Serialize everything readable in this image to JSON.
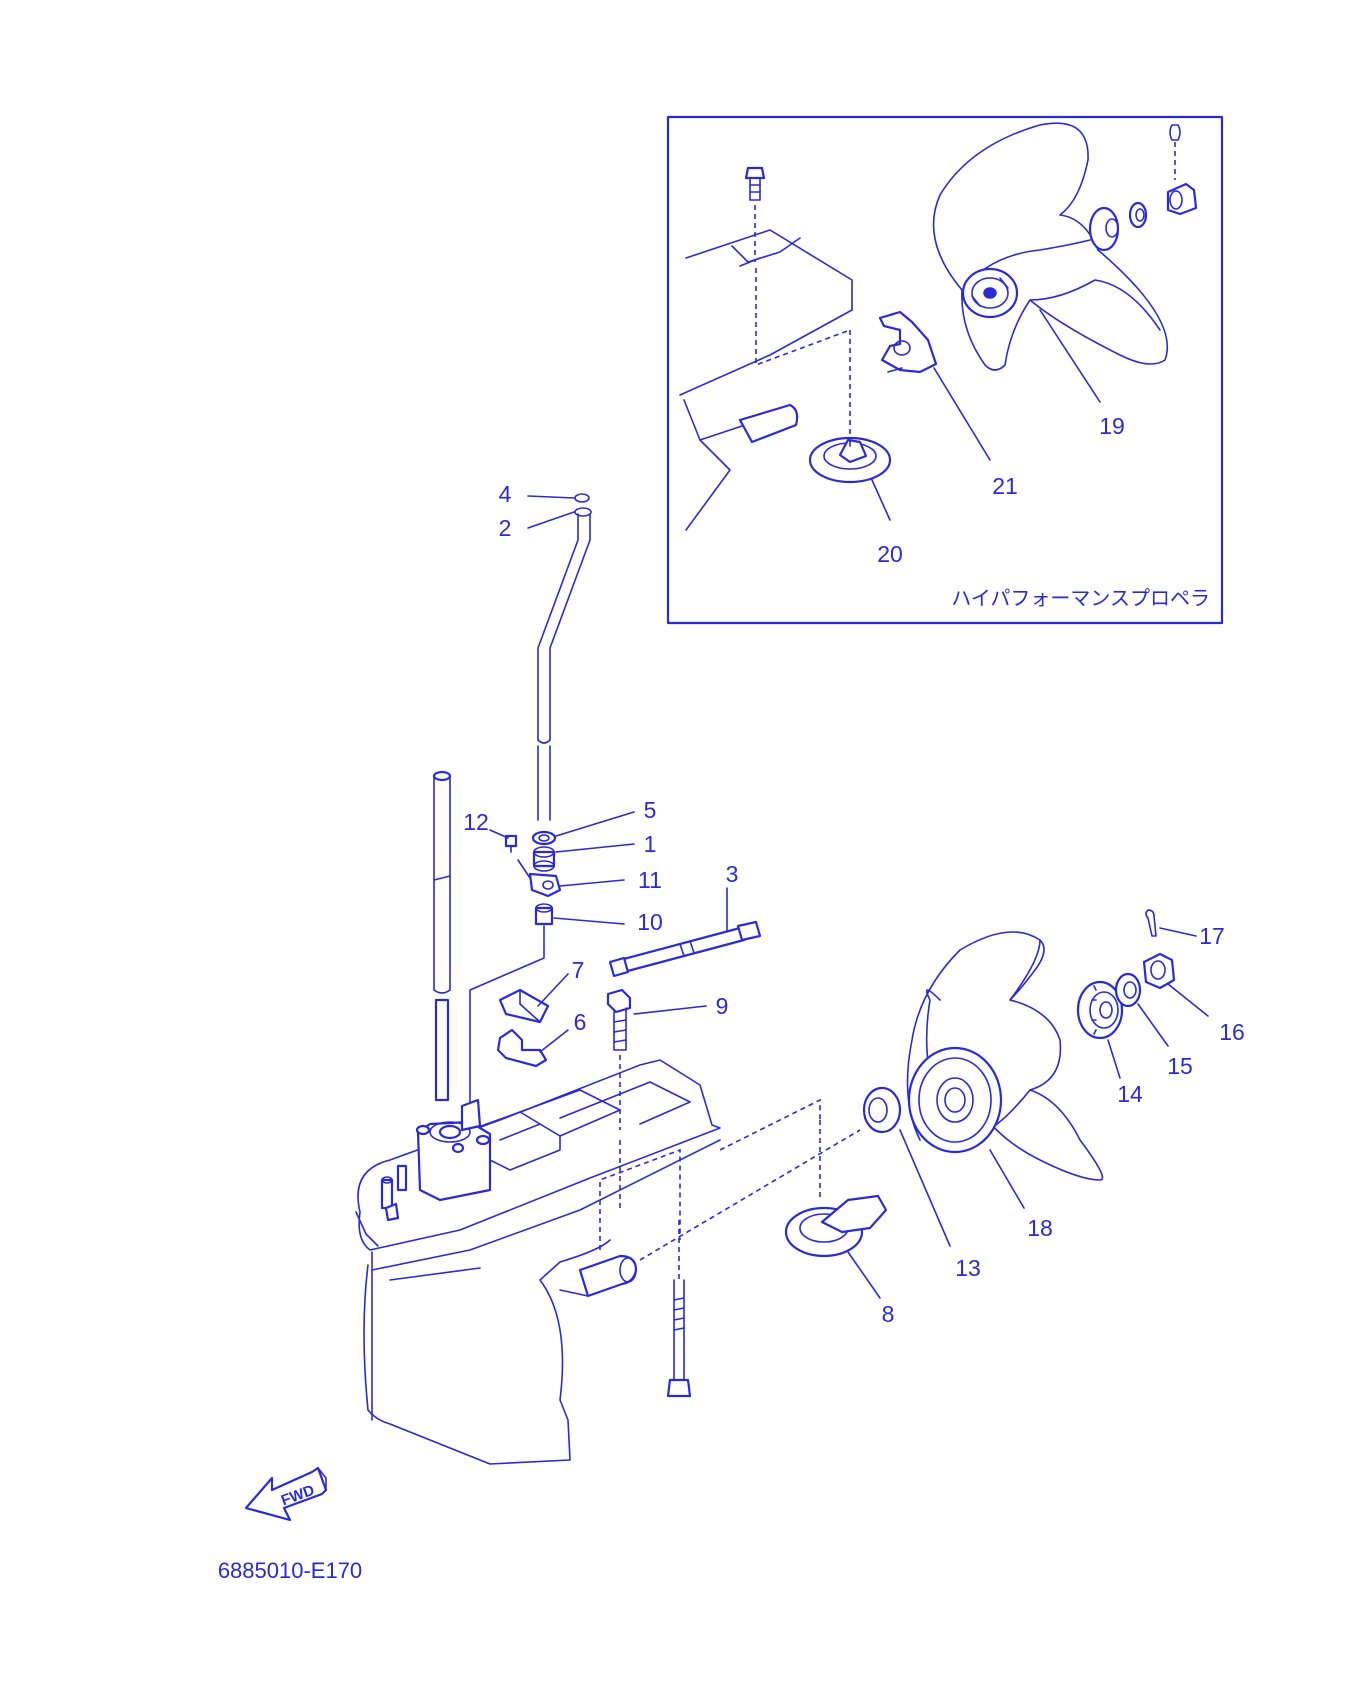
{
  "diagram": {
    "drawing_code": "6885010-E170",
    "fwd_label": "FWD",
    "inset_caption": "ハイパフォーマンスプロペラ",
    "accent_color": "#2a2ad6",
    "callouts": {
      "c1": "1",
      "c2": "2",
      "c3": "3",
      "c4": "4",
      "c5": "5",
      "c6": "6",
      "c7": "7",
      "c8": "8",
      "c9": "9",
      "c10": "10",
      "c11": "11",
      "c12": "12",
      "c13": "13",
      "c14": "14",
      "c15": "15",
      "c16": "16",
      "c17": "17",
      "c18": "18",
      "c19": "19",
      "c20": "20",
      "c21": "21"
    }
  }
}
